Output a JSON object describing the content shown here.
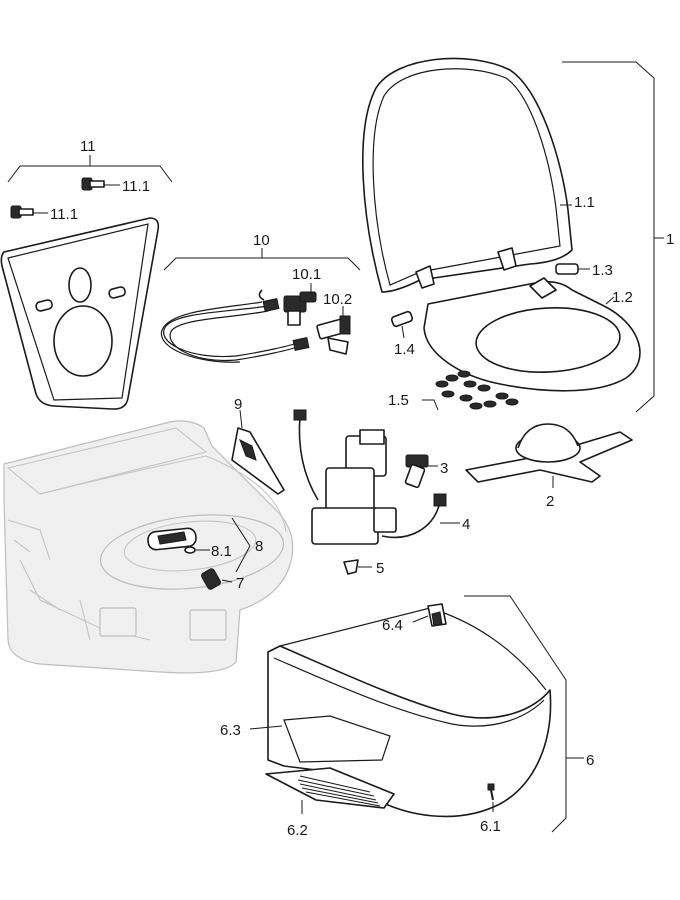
{
  "callouts": {
    "c1": "1",
    "c1_1": "1.1",
    "c1_2": "1.2",
    "c1_3": "1.3",
    "c1_4": "1.4",
    "c1_5": "1.5",
    "c2": "2",
    "c3": "3",
    "c4": "4",
    "c5": "5",
    "c6": "6",
    "c6_1": "6.1",
    "c6_2": "6.2",
    "c6_3": "6.3",
    "c6_4": "6.4",
    "c7": "7",
    "c8": "8",
    "c8_1": "8.1",
    "c9": "9",
    "c10": "10",
    "c10_1": "10.1",
    "c10_2": "10.2",
    "c11": "11",
    "c11_1a": "11.1",
    "c11_1b": "11.1"
  }
}
